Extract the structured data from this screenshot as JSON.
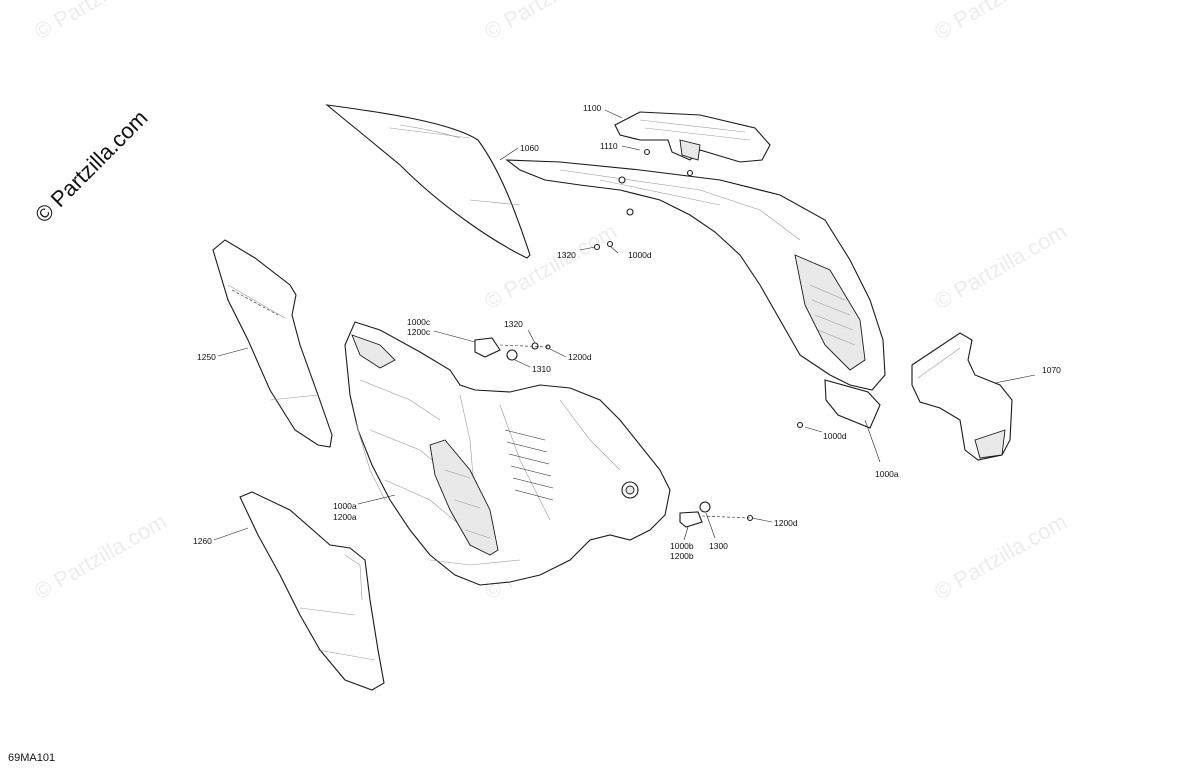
{
  "watermark": "© Partzilla.com",
  "copyright": "© Partzilla.com",
  "diagram_code": "69MA101",
  "labels": {
    "p1100": "1100",
    "p1110": "1110",
    "p1060": "1060",
    "p1320a": "1320",
    "p1000d_a": "1000d",
    "p1250": "1250",
    "p1000c": "1000c",
    "p1200c": "1200c",
    "p1320b": "1320",
    "p1310": "1310",
    "p1200d_a": "1200d",
    "p1070": "1070",
    "p1000d_b": "1000d",
    "p1000a_r": "1000a",
    "p1000a_l": "1000a",
    "p1200a": "1200a",
    "p1260": "1260",
    "p1000b": "1000b",
    "p1200b": "1200b",
    "p1300": "1300",
    "p1200d_b": "1200d"
  }
}
